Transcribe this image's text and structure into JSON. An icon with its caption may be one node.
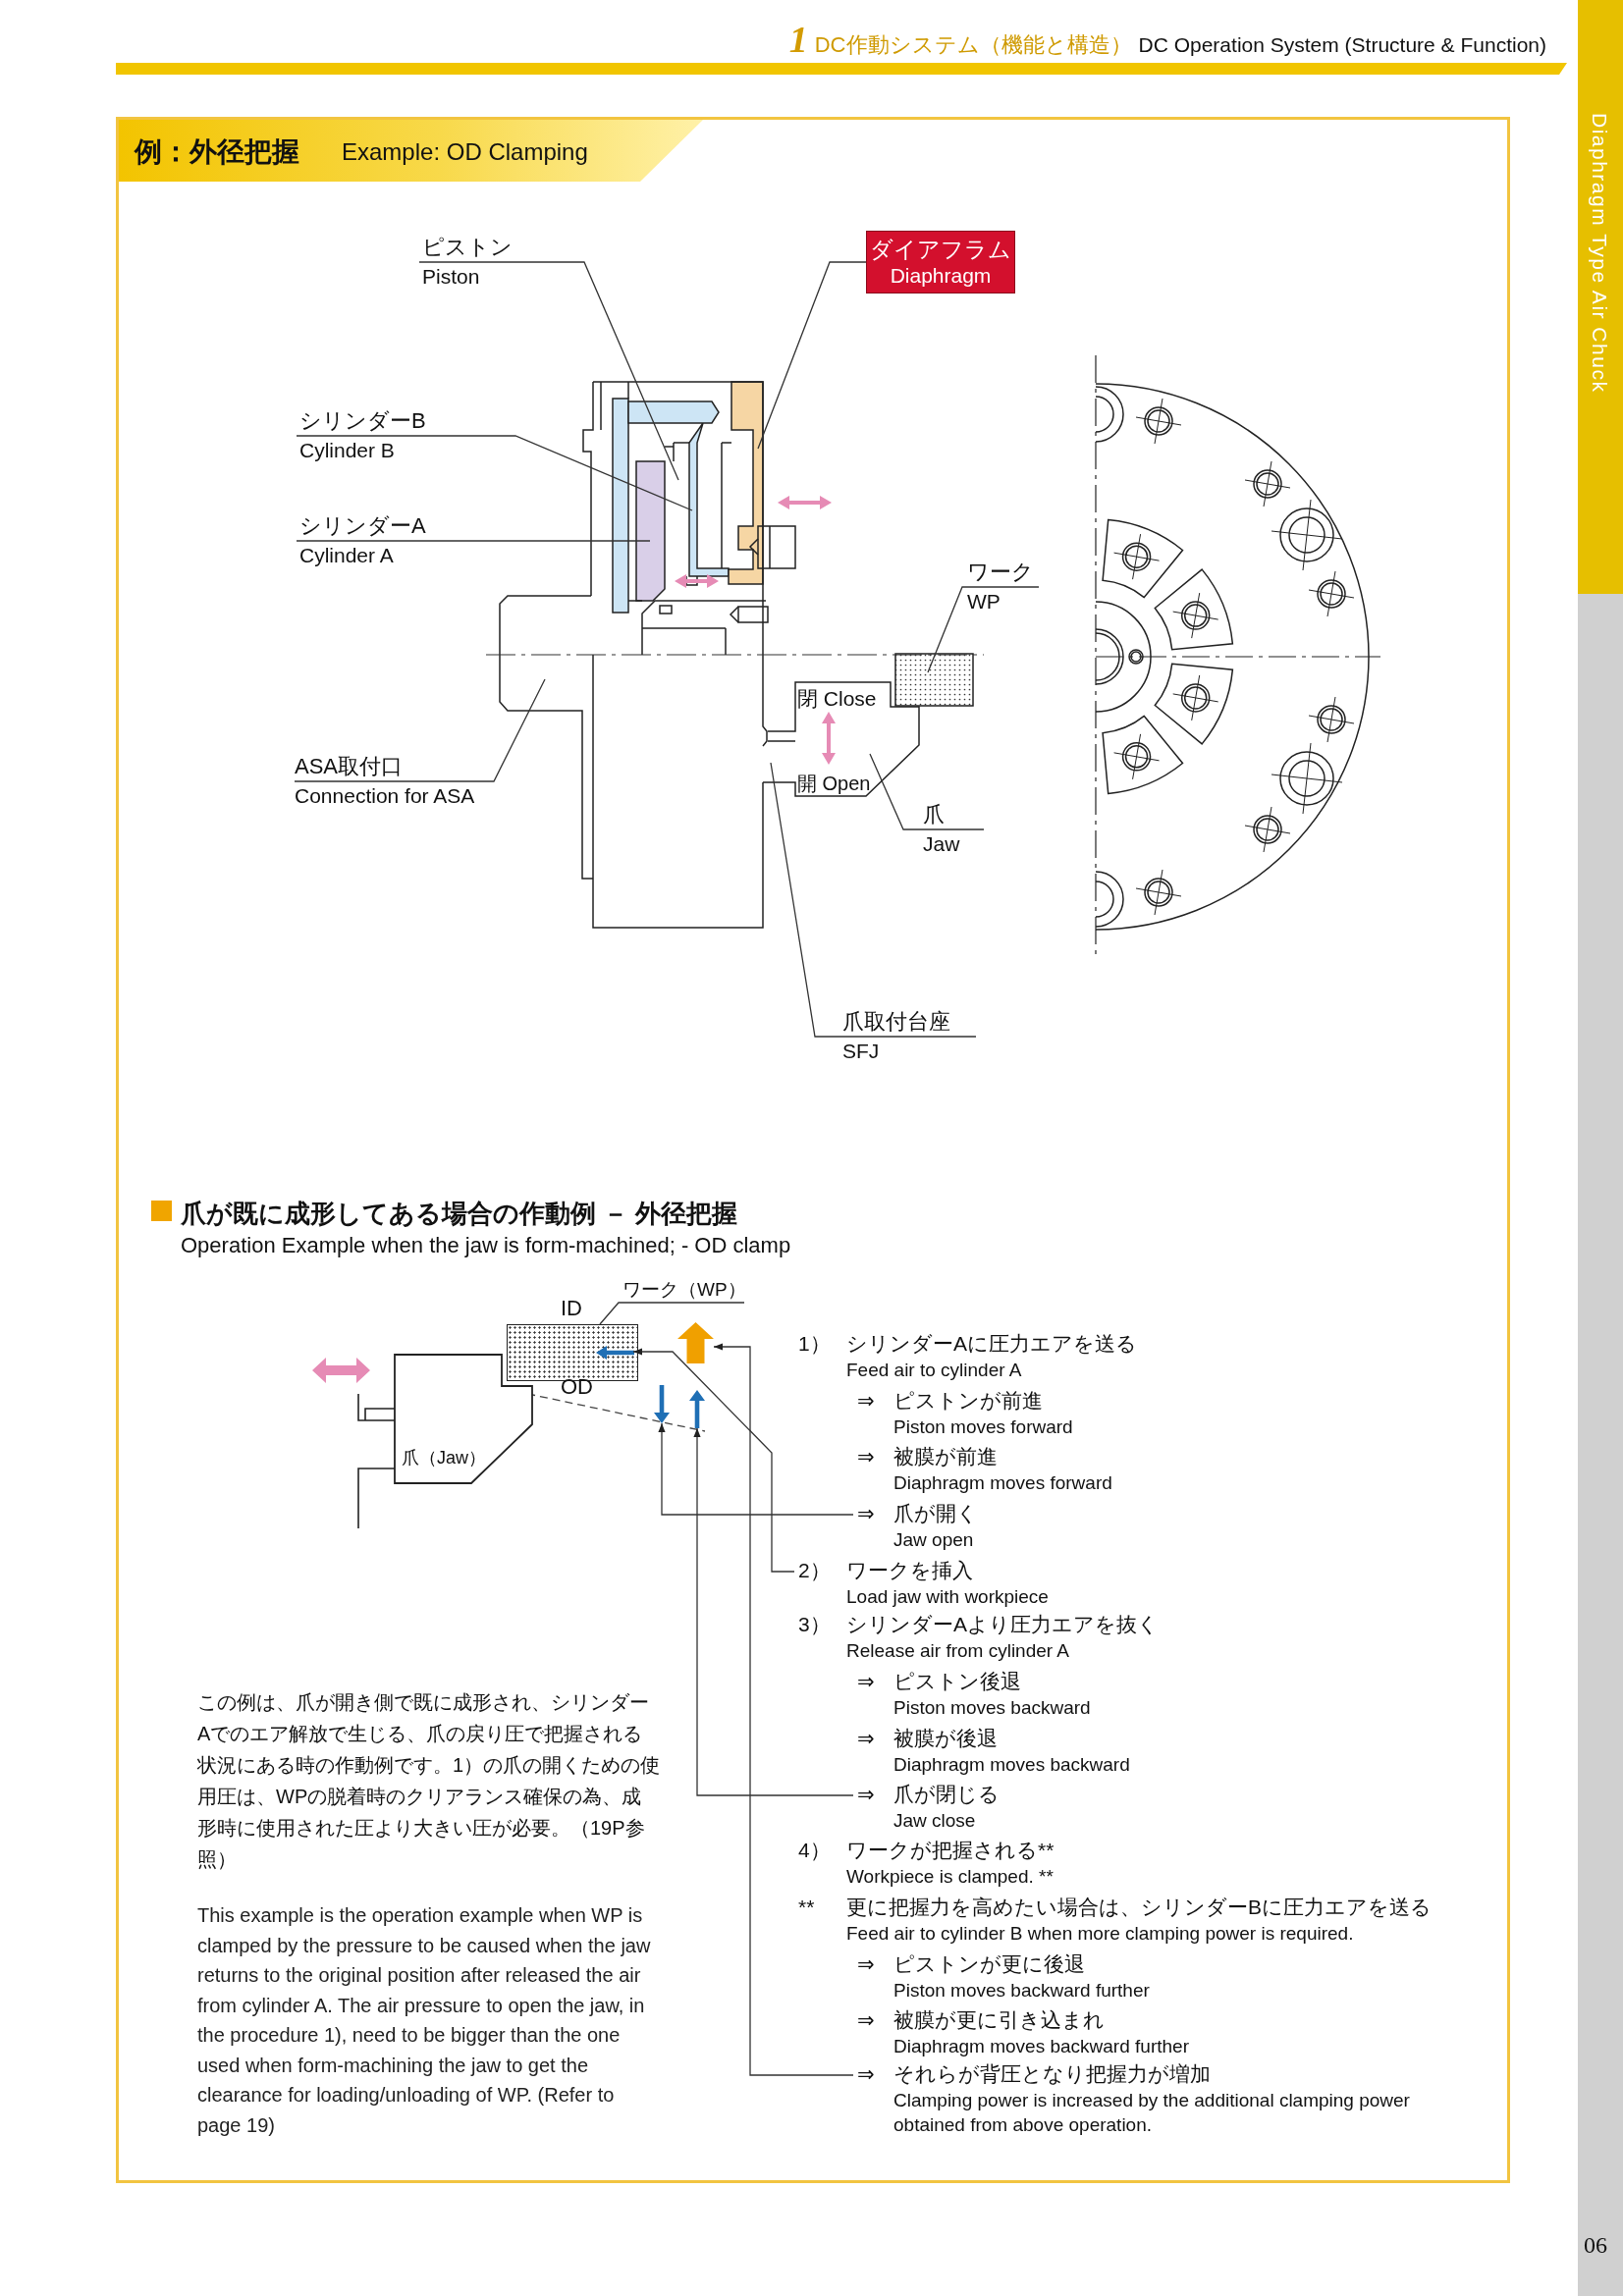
{
  "diagram": {
    "title": "例：外径把握",
    "nodes": [
      {
        "text": [
          "ピストン",
          "Piston"
        ]
      },
      {
        "text": [
          "ダイアフラム",
          "Diaphragm"
        ]
      },
      {
        "text": [
          "シリンダーB",
          "Cylinder B"
        ]
      },
      {
        "text": [
          "シリンダーA",
          "Cylinder A"
        ]
      },
      {
        "text": [
          "ワーク",
          "WP"
        ]
      },
      {
        "text": [
          "ASA取付口",
          "Connection for ASA"
        ]
      },
      {
        "text": [
          "爪",
          "Jaw"
        ]
      },
      {
        "text": [
          "爪取付台座",
          "SFJ"
        ]
      },
      {
        "text": [
          "ワーク（WP）"
        ]
      },
      {
        "text": [
          "爪（Jaw）"
        ]
      },
      {
        "text": [],
        "shape": "box"
      },
      {
        "text": [],
        "shape": "arrow",
        "in": 10
      },
      {
        "text": [],
        "shape": "arrow"
      },
      {
        "text": [],
        "shape": "arrow"
      },
      {
        "text": [],
        "shape": "arrow"
      },
      {
        "text": [
          "⇒",
          "爪が開く",
          "Jaw open"
        ]
      },
      {
        "text": [
          "2）",
          "ワークを挿入",
          "Load jaw with workpiece"
        ]
      },
      {
        "text": [
          "⇒",
          "爪が閉じる",
          "Jaw close"
        ]
      },
      {
        "text": [
          "⇒",
          "それらが背圧となり把握力が増加",
          "Clamping power is increased by the additional clamping power obtained from above operation."
        ]
      }
    ],
    "edges": [
      {
        "from": 0,
        "to": null,
        "arrow": "none"
      },
      {
        "from": 1,
        "to": null,
        "arrow": "none"
      },
      {
        "from": 2,
        "to": null,
        "arrow": "none"
      },
      {
        "from": 3,
        "to": null,
        "arrow": "none"
      },
      {
        "from": 4,
        "to": null,
        "arrow": "none"
      },
      {
        "from": 5,
        "to": null,
        "arrow": "none"
      },
      {
        "from": 6,
        "to": null,
        "arrow": "none"
      },
      {
        "from": 7,
        "to": null,
        "arrow": "none"
      },
      {
        "from": 8,
        "to": 10,
        "arrow": "none"
      },
      {
        "from": 15,
        "to": 13,
        "arrow": "to"
      },
      {
        "from": 16,
        "to": 11,
        "arrow": "to"
      },
      {
        "from": 17,
        "to": 14,
        "arrow": "to"
      },
      {
        "from": 18,
        "to": 12,
        "arrow": "to"
      }
    ],
    "labels": [
      "1",
      "DC作動システム（機能と構造）",
      "DC Operation System (Structure & Function)",
      "Diaphragm Type Air Chuck",
      "Example: OD Clamping",
      "閉 Close",
      "開 Open",
      "爪が既に成形してある場合の作動例 － 外径把握",
      "Operation Example when the jaw is form-machined; - OD clamp",
      "ID",
      "OD",
      "1）",
      "シリンダーAに圧力エアを送る",
      "Feed air to cylinder A",
      "⇒",
      "ピストンが前進",
      "Piston moves forward",
      "⇒",
      "被膜が前進",
      "Diaphragm moves forward",
      "3）",
      "シリンダーAより圧力エアを抜く",
      "Release air from cylinder A",
      "⇒",
      "ピストン後退",
      "Piston moves backward",
      "⇒",
      "被膜が後退",
      "Diaphragm moves backward",
      "4）",
      "ワークが把握される**",
      "Workpiece is clamped. **",
      "**",
      "更に把握力を高めたい場合は、シリンダーBに圧力エアを送る",
      "Feed air to cylinder B when more clamping power is required.",
      "⇒",
      "ピストンが更に後退",
      "Piston moves backward further",
      "⇒",
      "被膜が更に引き込まれ",
      "Diaphragm moves backward further",
      "この例は、爪が開き側で既に成形され、シリンダーAでのエア解放で生じる、爪の戻り圧で把握される状況にある時の作動例です。1）の爪の開くための使用圧は、WPの脱着時のクリアランス確保の為、成形時に使用された圧より大きい圧が必要。（19P参照）",
      "This example is the operation example when WP is clamped by the pressure to be caused when the jaw returns to the original position after released the air from cylinder A. The air pressure to open the jaw, in the procedure 1), need to be bigger than the one used when form-machining the jaw to get the clearance for loading/unloading of WP. (Refer to page 19)",
      "06"
    ]
  }
}
